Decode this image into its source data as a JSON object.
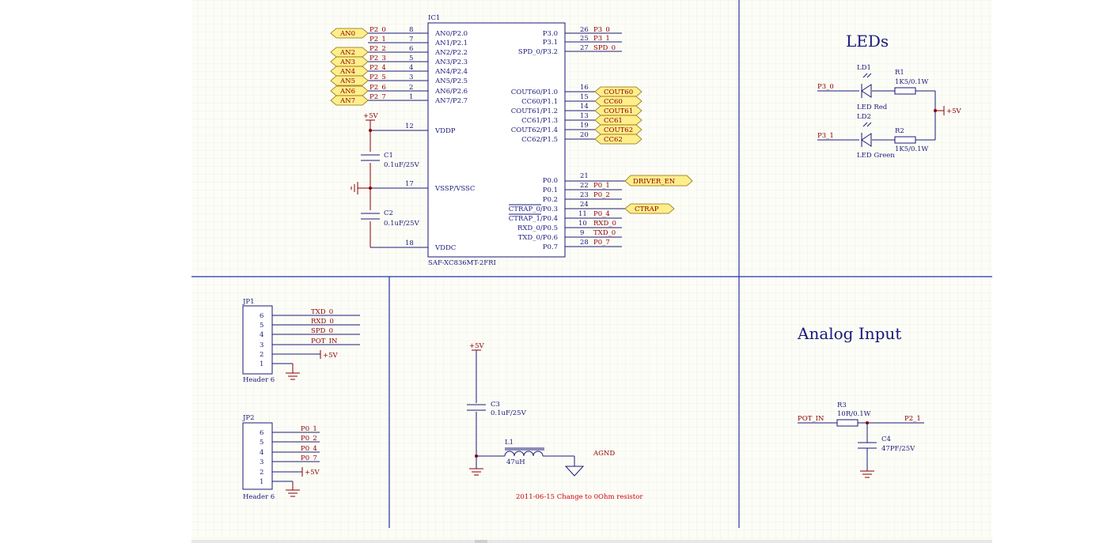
{
  "titles": {
    "leds": "LEDs",
    "analog": "Analog Input"
  },
  "ic1": {
    "ref": "IC1",
    "part": "SAF-XC836MT-2FRI",
    "left_pins": [
      {
        "num": "8",
        "name": "AN0/P2.0",
        "net": "P2_0",
        "port": "AN0"
      },
      {
        "num": "7",
        "name": "AN1/P2.1",
        "net": "P2_1",
        "port": ""
      },
      {
        "num": "6",
        "name": "AN2/P2.2",
        "net": "P2_2",
        "port": "AN2"
      },
      {
        "num": "5",
        "name": "AN3/P2.3",
        "net": "P2_3",
        "port": "AN3"
      },
      {
        "num": "4",
        "name": "AN4/P2.4",
        "net": "P2_4",
        "port": "AN4"
      },
      {
        "num": "3",
        "name": "AN5/P2.5",
        "net": "P2_5",
        "port": "AN5"
      },
      {
        "num": "2",
        "name": "AN6/P2.6",
        "net": "P2_6",
        "port": "AN6"
      },
      {
        "num": "1",
        "name": "AN7/P2.7",
        "net": "P2_7",
        "port": "AN7"
      }
    ],
    "power_pins": [
      {
        "num": "12",
        "name": "VDDP"
      },
      {
        "num": "17",
        "name": "VSSP/VSSC"
      },
      {
        "num": "18",
        "name": "VDDC"
      }
    ],
    "p3_pins": [
      {
        "num": "26",
        "name": "P3.0",
        "net": "P3_0"
      },
      {
        "num": "25",
        "name": "P3.1",
        "net": "P3_1"
      },
      {
        "num": "27",
        "name": "SPD_0/P3.2",
        "net": "SPD_0"
      }
    ],
    "p1_pins": [
      {
        "num": "16",
        "name": "COUT60/P1.0",
        "port": "COUT60"
      },
      {
        "num": "15",
        "name": "CC60/P1.1",
        "port": "CC60"
      },
      {
        "num": "14",
        "name": "COUT61/P1.2",
        "port": "COUT61"
      },
      {
        "num": "13",
        "name": "CC61/P1.3",
        "port": "CC61"
      },
      {
        "num": "19",
        "name": "COUT62/P1.4",
        "port": "COUT62"
      },
      {
        "num": "20",
        "name": "CC62/P1.5",
        "port": "CC62"
      }
    ],
    "p0_pins": [
      {
        "num": "21",
        "name": "P0.0",
        "net": ""
      },
      {
        "num": "22",
        "name": "P0.1",
        "net": "P0_1"
      },
      {
        "num": "23",
        "name": "P0.2",
        "net": "P0_2"
      },
      {
        "num": "24",
        "name": "CTRAP_0/P0.3",
        "net": ""
      },
      {
        "num": "11",
        "name": "CTRAP_1/P0.4",
        "net": "P0_4"
      },
      {
        "num": "10",
        "name": "RXD_0/P0.5",
        "net": "RXD_0"
      },
      {
        "num": "9",
        "name": "TXD_0/P0.6",
        "net": "TXD_0"
      },
      {
        "num": "28",
        "name": "P0.7",
        "net": "P0_7"
      }
    ],
    "ports": {
      "driver_en": "DRIVER_EN",
      "ctrap": "CTRAP"
    }
  },
  "caps": {
    "c1": {
      "ref": "C1",
      "value": "0.1uF/25V"
    },
    "c2": {
      "ref": "C2",
      "value": "0.1uF/25V"
    },
    "c3": {
      "ref": "C3",
      "value": "0.1uF/25V"
    },
    "c4": {
      "ref": "C4",
      "value": "47PF/25V"
    }
  },
  "power": {
    "vcc": "+5V",
    "agnd": "AGND"
  },
  "leds": {
    "ld1": {
      "ref": "LD1",
      "value": "LED Red",
      "net": "P3_0"
    },
    "ld2": {
      "ref": "LD2",
      "value": "LED Green",
      "net": "P3_1"
    },
    "r1": {
      "ref": "R1",
      "value": "1K5/0.1W"
    },
    "r2": {
      "ref": "R2",
      "value": "1K5/0.1W"
    }
  },
  "jp1": {
    "ref": "JP1",
    "type": "Header 6",
    "pins": [
      "6",
      "5",
      "4",
      "3",
      "2",
      "1"
    ],
    "nets": [
      "TXD_0",
      "RXD_0",
      "SPD_0",
      "POT_IN"
    ]
  },
  "jp2": {
    "ref": "JP2",
    "type": "Header 6",
    "pins": [
      "6",
      "5",
      "4",
      "3",
      "2",
      "1"
    ],
    "nets": [
      "P0_1",
      "P0_2",
      "P0_4",
      "P0_7"
    ]
  },
  "filter": {
    "l1": {
      "ref": "L1",
      "value": "47uH"
    },
    "note": "2011-06-15 Change to 0Ohm resistor"
  },
  "analog": {
    "r3": {
      "ref": "R3",
      "value": "10R/0.1W"
    },
    "net_in": "POT_IN",
    "net_out": "P2_1"
  }
}
